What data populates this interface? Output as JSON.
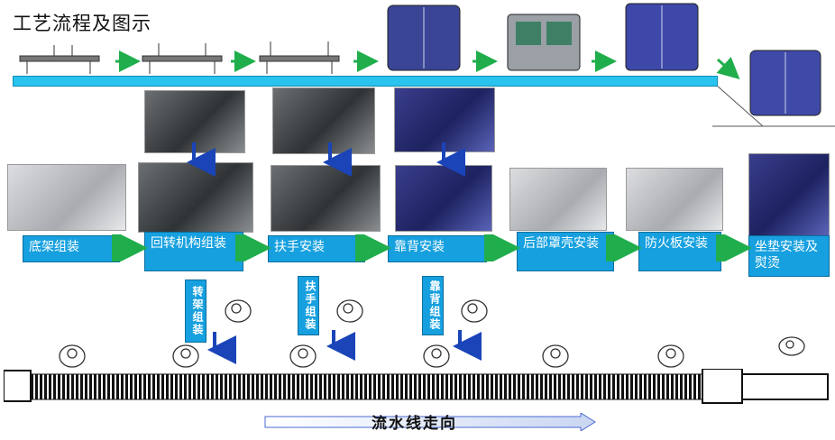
{
  "title": "工艺流程及图示",
  "steps": [
    {
      "label": "底架组装"
    },
    {
      "label": "回转机构组装"
    },
    {
      "label": "扶手安装"
    },
    {
      "label": "靠背安装"
    },
    {
      "label": "后部罩壳安装"
    },
    {
      "label": "防火板安装"
    },
    {
      "label": "坐垫安装及熨烫"
    }
  ],
  "sub_assemblies": [
    {
      "label": "转架组装"
    },
    {
      "label": "扶手组装"
    },
    {
      "label": "靠背组装"
    }
  ],
  "flow_direction_label": "流水线走向",
  "colors": {
    "box": "#16a0df",
    "arrow": "#1fae4b",
    "bar": "#29c3ee",
    "down_arrow": "#1a44b8"
  }
}
